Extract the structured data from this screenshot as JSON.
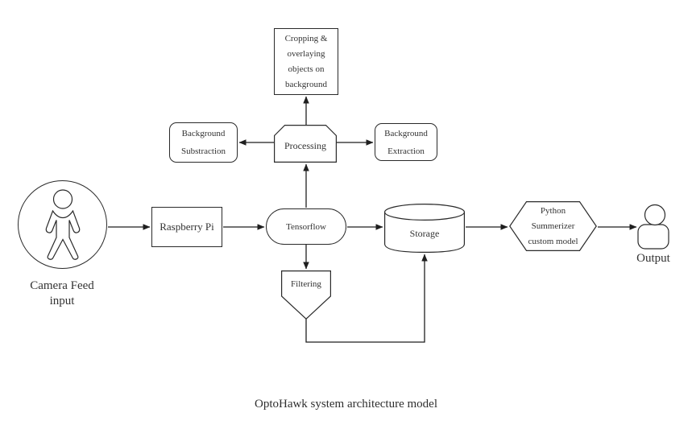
{
  "title": "OptoHawk system architecture model",
  "colors": {
    "background": "#ffffff",
    "line": "#1f1f1f",
    "shape_border": "#2a2a2a",
    "text": "#333333"
  },
  "nodes": {
    "cropping": {
      "lines": [
        "Cropping &",
        "overlaying",
        "objects on",
        "background"
      ]
    },
    "background_subtraction": {
      "lines": [
        "Background",
        "Substraction"
      ]
    },
    "processing": {
      "label": "Processing"
    },
    "background_extraction": {
      "lines": [
        "Background",
        "Extraction"
      ]
    },
    "camera": {
      "lines": [
        "Camera Feed",
        "input"
      ],
      "icon": "person-standing-icon"
    },
    "raspberry_pi": {
      "label": "Raspberry Pi"
    },
    "tensorflow": {
      "label": "Tensorflow"
    },
    "storage": {
      "label": "Storage"
    },
    "python_model": {
      "lines": [
        "Python",
        "Summerizer",
        "custom model"
      ]
    },
    "output": {
      "label": "Output",
      "icon": "person-icon"
    },
    "filtering": {
      "label": "Filtering"
    }
  },
  "edges": [
    "camera -> raspberry_pi",
    "raspberry_pi -> tensorflow",
    "tensorflow -> storage",
    "storage -> python_model",
    "python_model -> output",
    "tensorflow -> processing",
    "processing -> cropping",
    "processing -> background_subtraction",
    "processing -> background_extraction",
    "tensorflow -> filtering",
    "filtering -> storage"
  ]
}
